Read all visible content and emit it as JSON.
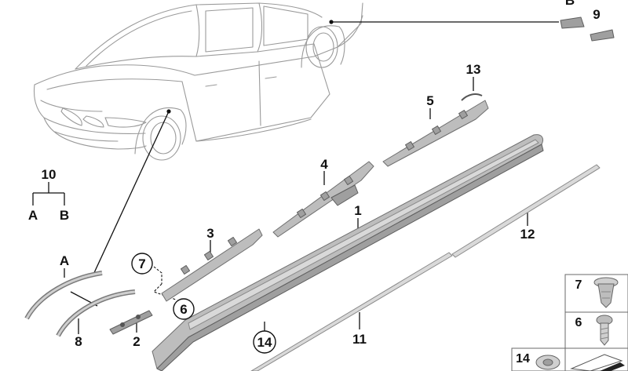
{
  "callouts": {
    "p1": "1",
    "p2": "2",
    "p3": "3",
    "p4": "4",
    "p5": "5",
    "p6": "6",
    "p7": "7",
    "p8": "8",
    "p9": "9",
    "p10": "10",
    "p11": "11",
    "p12": "12",
    "p13": "13",
    "p14": "14",
    "pB_top": "B",
    "pA_arc": "A",
    "tree_A": "A",
    "tree_B": "B"
  },
  "legend_tiles": {
    "t7": "7",
    "t6": "6",
    "t14": "14"
  }
}
